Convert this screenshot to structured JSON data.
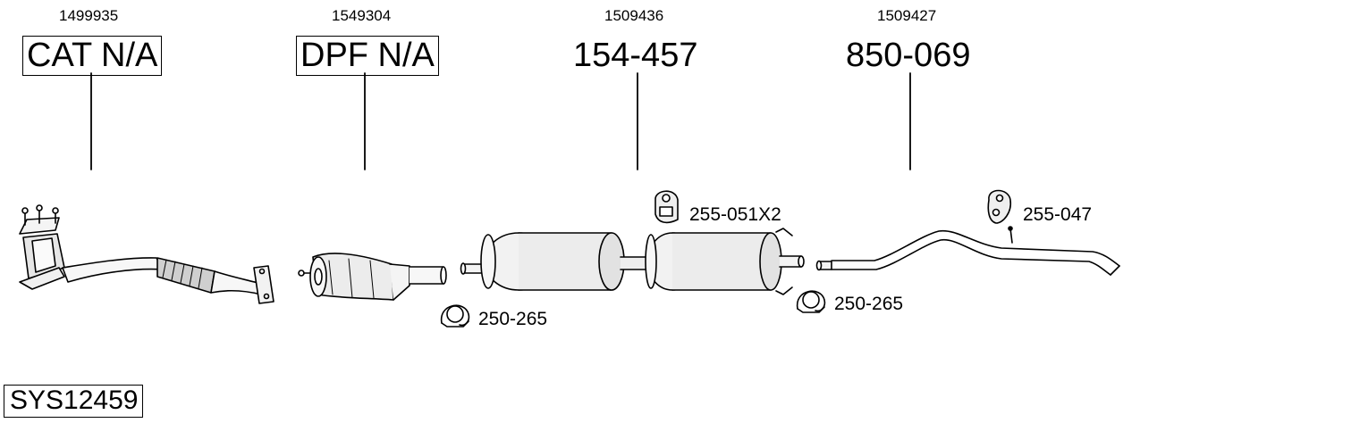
{
  "parts": [
    {
      "oem": "1499935",
      "code": "CAT N/A",
      "boxed": true
    },
    {
      "oem": "1549304",
      "code": "DPF N/A",
      "boxed": true
    },
    {
      "oem": "1509436",
      "code": "154-457",
      "boxed": false
    },
    {
      "oem": "1509427",
      "code": "850-069",
      "boxed": false
    }
  ],
  "accessories": [
    {
      "code": "250-265"
    },
    {
      "code": "255-051X2"
    },
    {
      "code": "250-265"
    },
    {
      "code": "255-047"
    }
  ],
  "system_code": "SYS12459"
}
